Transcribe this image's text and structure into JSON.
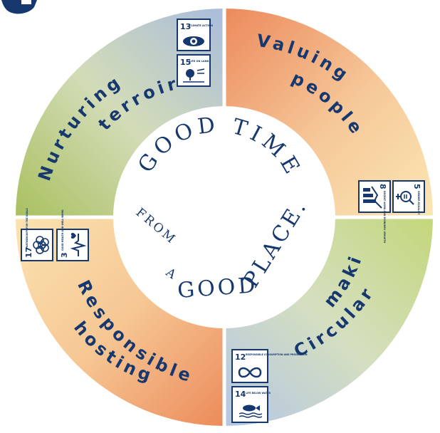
{
  "center": {
    "line1": "GOOD TIMES",
    "line2_left": "FROM",
    "line2_mid": "A",
    "line2_good": "GOOD",
    "line2_place": "PLACE."
  },
  "segments": [
    {
      "id": "valuing-people",
      "line1": "Valuing",
      "line2": "people",
      "colors": [
        "#ec8a5c",
        "#f6c99a",
        "#fbe6b3"
      ],
      "sdgs": [
        {
          "num": "8",
          "caption": "DECENT WORK AND ECONOMIC GROWTH",
          "icon": "growth-chart-icon"
        },
        {
          "num": "5",
          "caption": "GENDER EQUALITY",
          "icon": "gender-equality-icon"
        }
      ]
    },
    {
      "id": "circular-making",
      "line1": "Circular",
      "line2": "making",
      "colors": [
        "#c3d77a",
        "#d5dfc0",
        "#b4c6e4"
      ],
      "sdgs": [
        {
          "num": "12",
          "caption": "RESPONSIBLE CONSUMPTION AND PRODUCTION",
          "icon": "infinity-icon"
        },
        {
          "num": "14",
          "caption": "LIFE BELOW WATER",
          "icon": "fish-icon"
        }
      ]
    },
    {
      "id": "responsible-hosting",
      "line1": "Responsible",
      "line2": "hosting",
      "colors": [
        "#fbe3b0",
        "#f6c794",
        "#ec8b5b"
      ],
      "sdgs": [
        {
          "num": "17",
          "caption": "PARTNERSHIPS FOR THE GOALS",
          "icon": "flower-icon"
        },
        {
          "num": "3",
          "caption": "GOOD HEALTH AND WELL-BEING",
          "icon": "heartbeat-icon"
        }
      ]
    },
    {
      "id": "nurturing-terroir",
      "line1": "Nurturing",
      "line2": "terroir",
      "colors": [
        "#a9c05e",
        "#d3dcb8",
        "#a9bcdc"
      ],
      "sdgs": [
        {
          "num": "13",
          "caption": "CLIMATE ACTION",
          "icon": "eye-globe-icon"
        },
        {
          "num": "15",
          "caption": "LIFE ON LAND",
          "icon": "tree-icon"
        }
      ]
    }
  ],
  "corner_logo": {
    "label": "",
    "color": "#16386e"
  }
}
